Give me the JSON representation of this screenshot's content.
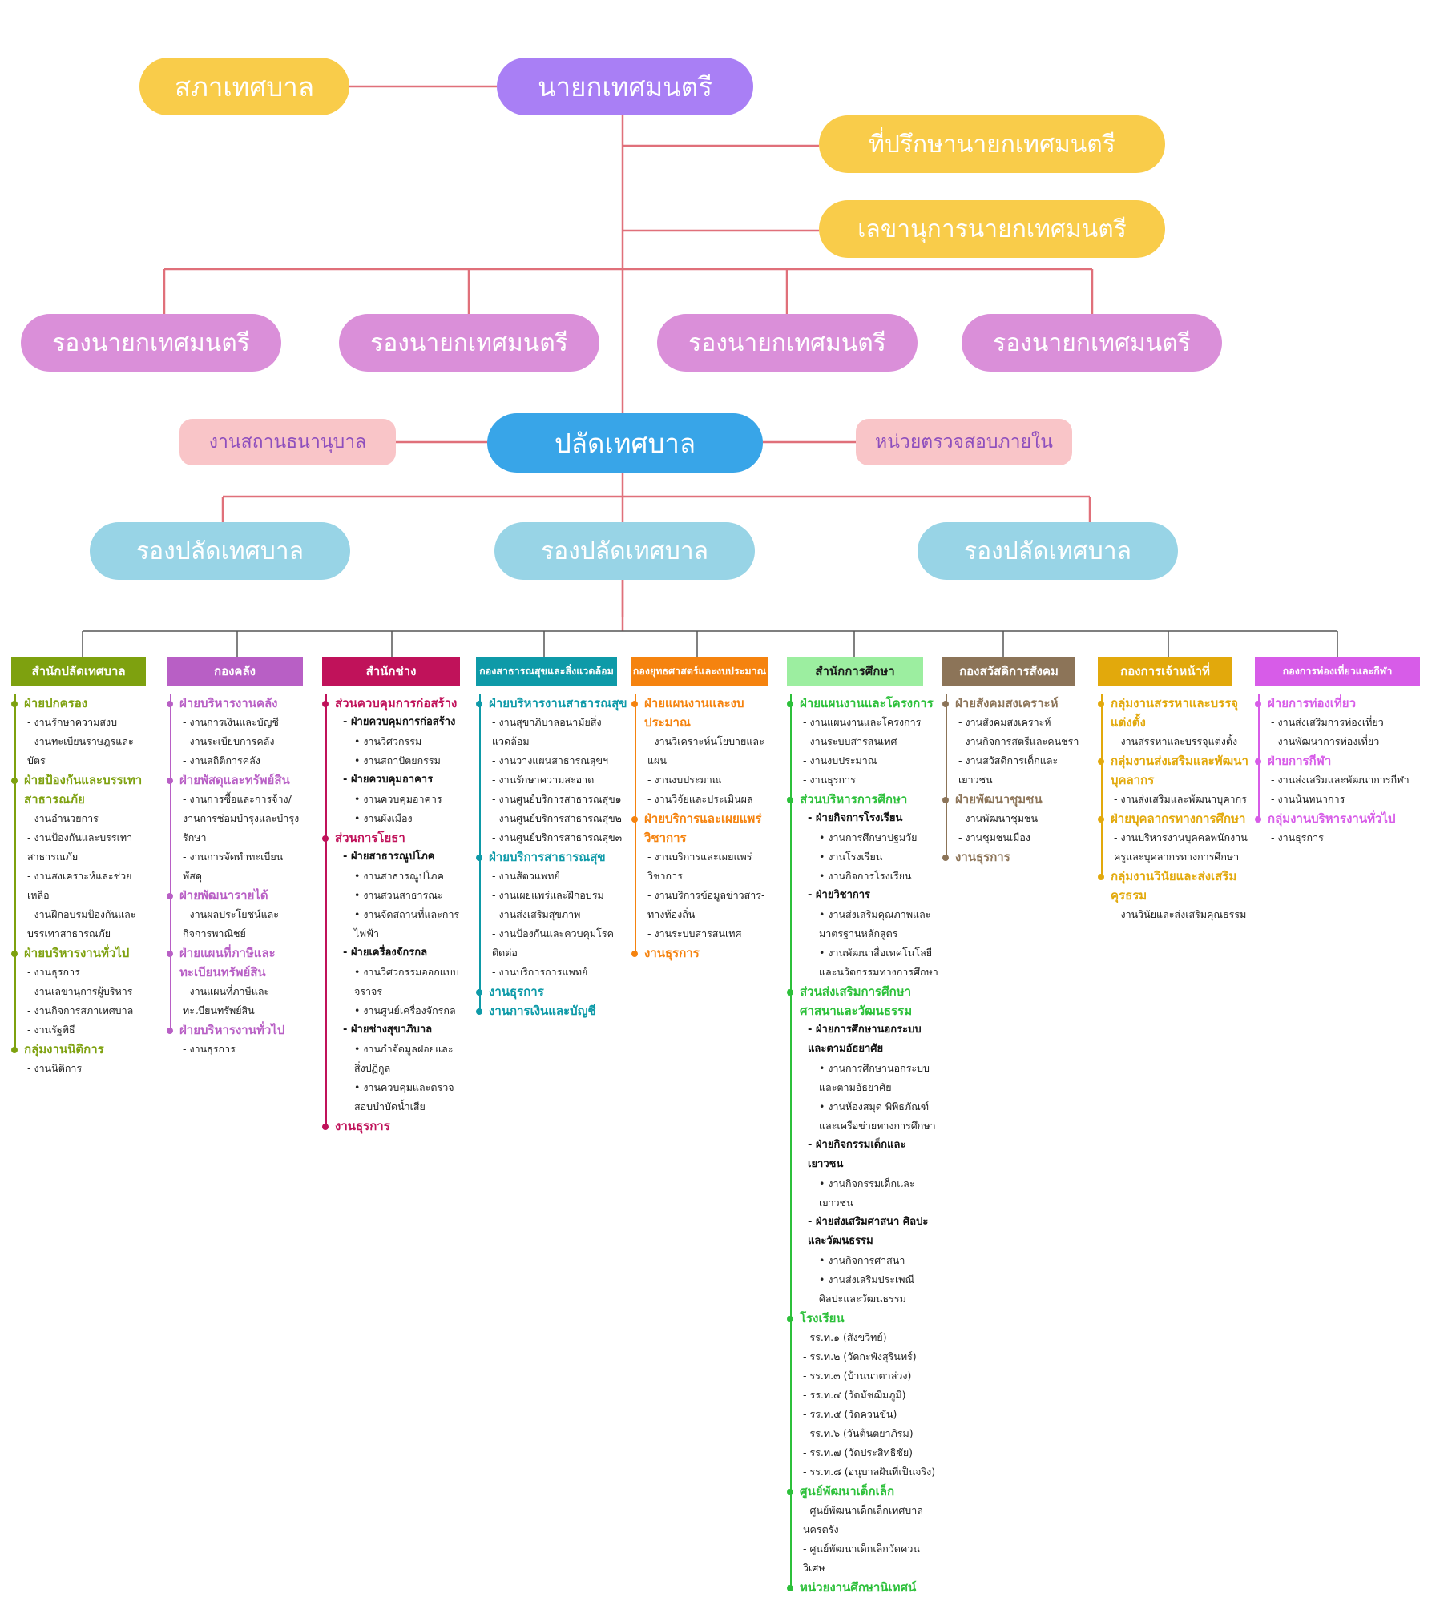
{
  "colors": {
    "line": "#e0707a",
    "mayor": "#a97ff5",
    "council": "#f9cc4a",
    "advisor": "#f9cc4a",
    "secretary": "#f9cc4a",
    "deputy_mayor": "#da8fd9",
    "clerk": "#38a5e8",
    "pink_box": "#f9c5c8",
    "deputy_clerk": "#98d4e6"
  },
  "top": {
    "mayor": "นายกเทศมนตรี",
    "council": "สภาเทศบาล",
    "advisor": "ที่ปรึกษานายกเทศมนตรี",
    "secretary": "เลขานุการนายกเทศมนตรี",
    "deputy_mayors": [
      "รองนายกเทศมนตรี",
      "รองนายกเทศมนตรี",
      "รองนายกเทศมนตรี",
      "รองนายกเทศมนตรี"
    ],
    "clerk": "ปลัดเทศบาล",
    "pawnshop": "งานสถานธนานุบาล",
    "audit": "หน่วยตรวจสอบภายใน",
    "deputy_clerks": [
      "รองปลัดเทศบาล",
      "รองปลัดเทศบาล",
      "รองปลัดเทศบาล"
    ]
  },
  "divisions": [
    {
      "title": "สำนักปลัดเทศบาล",
      "header_bg": "#7ea10f",
      "header_fg": "#ffffff",
      "accent": "#7ea10f",
      "items": [
        [
          "h",
          "ฝ่ายปกครอง"
        ],
        [
          "d",
          "- งานรักษาความสงบ"
        ],
        [
          "d",
          "- งานทะเบียนราษฎรและบัตร"
        ],
        [
          "h",
          "ฝ่ายป้องกันและบรรเทาสาธารณภัย"
        ],
        [
          "d",
          "- งานอำนวยการ"
        ],
        [
          "d",
          "- งานป้องกันและบรรเทาสาธารณภัย"
        ],
        [
          "d",
          "- งานสงเคราะห์และช่วยเหลือ"
        ],
        [
          "d",
          "- งานฝึกอบรมป้องกันและบรรเทาสาธารณภัย"
        ],
        [
          "h",
          "ฝ่ายบริหารงานทั่วไป"
        ],
        [
          "d",
          "- งานธุรการ"
        ],
        [
          "d",
          "- งานเลขานุการผู้บริหาร"
        ],
        [
          "d",
          "- งานกิจการสภาเทศบาล"
        ],
        [
          "d",
          "- งานรัฐพิธี"
        ],
        [
          "h",
          "กลุ่มงานนิติการ"
        ],
        [
          "d",
          "- งานนิติการ"
        ]
      ]
    },
    {
      "title": "กองคลัง",
      "header_bg": "#b85fc5",
      "header_fg": "#ffffff",
      "accent": "#b85fc5",
      "items": [
        [
          "h",
          "ฝ่ายบริหารงานคลัง"
        ],
        [
          "d",
          "- งานการเงินและบัญชี"
        ],
        [
          "d",
          "- งานระเบียบการคลัง"
        ],
        [
          "d",
          "- งานสถิติการคลัง"
        ],
        [
          "h",
          "ฝ่ายพัสดุและทรัพย์สิน"
        ],
        [
          "d",
          "- งานการซื้อและการจ้าง/งานการซ่อมบำรุงและบำรุงรักษา"
        ],
        [
          "d",
          "- งานการจัดทำทะเบียนพัสดุ"
        ],
        [
          "h",
          "ฝ่ายพัฒนารายได้"
        ],
        [
          "d",
          "- งานผลประโยชน์และกิจการพาณิชย์"
        ],
        [
          "h",
          "ฝ่ายแผนที่ภาษีและทะเบียนทรัพย์สิน"
        ],
        [
          "d",
          "- งานแผนที่ภาษีและทะเบียนทรัพย์สิน"
        ],
        [
          "h",
          "ฝ่ายบริหารงานทั่วไป"
        ],
        [
          "d",
          "- งานธุรการ"
        ]
      ]
    },
    {
      "title": "สำนักช่าง",
      "header_bg": "#c0125a",
      "header_fg": "#ffffff",
      "accent": "#c0125a",
      "items": [
        [
          "h",
          "ส่วนควบคุมการก่อสร้าง"
        ],
        [
          "s",
          "- ฝ่ายควบคุมการก่อสร้าง"
        ],
        [
          "b",
          "• งานวิศวกรรม"
        ],
        [
          "b",
          "• งานสถาปัตยกรรม"
        ],
        [
          "s",
          "- ฝ่ายควบคุมอาคาร"
        ],
        [
          "b",
          "• งานควบคุมอาคาร"
        ],
        [
          "b",
          "• งานผังเมือง"
        ],
        [
          "h",
          "ส่วนการโยธา"
        ],
        [
          "s",
          "- ฝ่ายสาธารณูปโภค"
        ],
        [
          "b",
          "• งานสาธารณูปโภค"
        ],
        [
          "b",
          "• งานสวนสาธารณะ"
        ],
        [
          "b",
          "• งานจัดสถานที่และการไฟฟ้า"
        ],
        [
          "s",
          "- ฝ่ายเครื่องจักรกล"
        ],
        [
          "b",
          "• งานวิศวกรรมออกแบบจราจร"
        ],
        [
          "b",
          "• งานศูนย์เครื่องจักรกล"
        ],
        [
          "s",
          "- ฝ่ายช่างสุขาภิบาล"
        ],
        [
          "b",
          "• งานกำจัดมูลฝอยและสิ่งปฏิกูล"
        ],
        [
          "b",
          "• งานควบคุมและตรวจสอบบำบัดน้ำเสีย"
        ],
        [
          "h",
          "งานธุรการ"
        ]
      ]
    },
    {
      "title": "กองสาธารณสุขและสิ่งแวดล้อม",
      "header_bg": "#0e9aa8",
      "header_fg": "#ffffff",
      "accent": "#0e9aa8",
      "items": [
        [
          "h",
          "ฝ่ายบริหารงานสาธารณสุข"
        ],
        [
          "d",
          "- งานสุขาภิบาลอนามัยสิ่งแวดล้อม"
        ],
        [
          "d",
          "- งานวางแผนสาธารณสุขฯ"
        ],
        [
          "d",
          "- งานรักษาความสะอาด"
        ],
        [
          "d",
          "- งานศูนย์บริการสาธารณสุข๑"
        ],
        [
          "d",
          "- งานศูนย์บริการสาธารณสุข๒"
        ],
        [
          "d",
          "- งานศูนย์บริการสาธารณสุข๓"
        ],
        [
          "h",
          "ฝ่ายบริการสาธารณสุข"
        ],
        [
          "d",
          "- งานสัตวแพทย์"
        ],
        [
          "d",
          "- งานเผยแพร่และฝึกอบรม"
        ],
        [
          "d",
          "- งานส่งเสริมสุขภาพ"
        ],
        [
          "d",
          "- งานป้องกันและควบคุมโรคติดต่อ"
        ],
        [
          "d",
          "- งานบริการการแพทย์"
        ],
        [
          "h",
          "งานธุรการ"
        ],
        [
          "h",
          "งานการเงินและบัญชี"
        ]
      ]
    },
    {
      "title": "กองยุทธศาสตร์และงบประมาณ",
      "header_bg": "#f5830f",
      "header_fg": "#ffffff",
      "accent": "#f5830f",
      "items": [
        [
          "h",
          "ฝ่ายแผนงานและงบประมาณ"
        ],
        [
          "d",
          "- งานวิเคราะห์นโยบายและแผน"
        ],
        [
          "d",
          "- งานงบประมาณ"
        ],
        [
          "d",
          "- งานวิจัยและประเมินผล"
        ],
        [
          "h",
          "ฝ่ายบริการและเผยแพร่วิชาการ"
        ],
        [
          "d",
          "- งานบริการและเผยแพร่วิชาการ"
        ],
        [
          "d",
          "- งานบริการข้อมูลข่าวสาร-ทางท้องถิ่น"
        ],
        [
          "d",
          "- งานระบบสารสนเทศ"
        ],
        [
          "h",
          "งานธุรการ"
        ]
      ]
    },
    {
      "title": "สำนักการศึกษา",
      "header_bg": "#9ceea0",
      "header_fg": "#1a1a1a",
      "accent": "#2cc03a",
      "items": [
        [
          "h",
          "ฝ่ายแผนงานและโครงการ"
        ],
        [
          "d",
          "- งานแผนงานและโครงการ"
        ],
        [
          "d",
          "- งานระบบสารสนเทศ"
        ],
        [
          "d",
          "- งานงบประมาณ"
        ],
        [
          "d",
          "- งานธุรการ"
        ],
        [
          "h",
          "ส่วนบริหารการศึกษา"
        ],
        [
          "s",
          "- ฝ่ายกิจการโรงเรียน"
        ],
        [
          "b",
          "• งานการศึกษาปฐมวัย"
        ],
        [
          "b",
          "• งานโรงเรียน"
        ],
        [
          "b",
          "• งานกิจการโรงเรียน"
        ],
        [
          "s",
          "- ฝ่ายวิชาการ"
        ],
        [
          "b",
          "• งานส่งเสริมคุณภาพและมาตรฐานหลักสูตร"
        ],
        [
          "b",
          "• งานพัฒนาสื่อเทคโนโลยีและนวัตกรรมทางการศึกษา"
        ],
        [
          "h",
          "ส่วนส่งเสริมการศึกษาศาสนาและวัฒนธรรม"
        ],
        [
          "s",
          "- ฝ่ายการศึกษานอกระบบและตามอัธยาศัย"
        ],
        [
          "b",
          "• งานการศึกษานอกระบบและตามอัธยาศัย"
        ],
        [
          "b",
          "• งานห้องสมุด พิพิธภัณฑ์และเครือข่ายทางการศึกษา"
        ],
        [
          "s",
          "- ฝ่ายกิจกรรมเด็กและเยาวชน"
        ],
        [
          "b",
          "• งานกิจกรรมเด็กและเยาวชน"
        ],
        [
          "s",
          "- ฝ่ายส่งเสริมศาสนา ศิลปะและวัฒนธรรม"
        ],
        [
          "b",
          "• งานกิจการศาสนา"
        ],
        [
          "b",
          "• งานส่งเสริมประเพณี ศิลปะและวัฒนธรรม"
        ],
        [
          "h",
          "โรงเรียน"
        ],
        [
          "d",
          "- รร.ท.๑ (สังขวิทย์)"
        ],
        [
          "d",
          "- รร.ท.๒ (วัดกะพังสุรินทร์)"
        ],
        [
          "d",
          "- รร.ท.๓ (บ้านนาตาล่วง)"
        ],
        [
          "d",
          "- รร.ท.๔ (วัดมัชฌิมภูมิ)"
        ],
        [
          "d",
          "- รร.ท.๕ (วัดควนขัน)"
        ],
        [
          "d",
          "- รร.ท.๖ (วันต้นตยาภิรม)"
        ],
        [
          "d",
          "- รร.ท.๗ (วัดประสิทธิชัย)"
        ],
        [
          "d",
          "- รร.ท.๘ (อนุบาลฝันที่เป็นจริง)"
        ],
        [
          "h",
          "ศูนย์พัฒนาเด็กเล็ก"
        ],
        [
          "d",
          "- ศูนย์พัฒนาเด็กเล็กเทศบาลนครตรัง"
        ],
        [
          "d",
          "- ศูนย์พัฒนาเด็กเล็กวัดควนวิเศษ"
        ],
        [
          "h",
          "หน่วยงานศึกษานิเทศน์"
        ]
      ]
    },
    {
      "title": "กองสวัสดิการสังคม",
      "header_bg": "#8c7458",
      "header_fg": "#ffffff",
      "accent": "#8c7458",
      "items": [
        [
          "h",
          "ฝ่ายสังคมสงเคราะห์"
        ],
        [
          "d",
          "- งานสังคมสงเคราะห์"
        ],
        [
          "d",
          "- งานกิจการสตรีและคนชรา"
        ],
        [
          "d",
          "- งานสวัสดิการเด็กและเยาวชน"
        ],
        [
          "h",
          "ฝ่ายพัฒนาชุมชน"
        ],
        [
          "d",
          "- งานพัฒนาชุมชน"
        ],
        [
          "d",
          "- งานชุมชนเมือง"
        ],
        [
          "h",
          "งานธุรการ"
        ]
      ]
    },
    {
      "title": "กองการเจ้าหน้าที่",
      "header_bg": "#e2a90c",
      "header_fg": "#ffffff",
      "accent": "#e2a90c",
      "items": [
        [
          "h",
          "กลุ่มงานสรรหาและบรรจุแต่งตั้ง"
        ],
        [
          "d",
          "- งานสรรหาและบรรจุแต่งตั้ง"
        ],
        [
          "h",
          "กลุ่มงานส่งเสริมและพัฒนาบุคลากร"
        ],
        [
          "d",
          "- งานส่งเสริมและพัฒนาบุคากร"
        ],
        [
          "h",
          "ฝ่ายบุคลากรทางการศึกษา"
        ],
        [
          "d",
          "- งานบริหารงานบุคคลพนักงานครูและบุคลากรทางการศึกษา"
        ],
        [
          "h",
          "กลุ่มงานวินัยและส่งเสริมคุรธรม"
        ],
        [
          "d",
          "- งานวินัยและส่งเสริมคุณธรรม"
        ]
      ]
    },
    {
      "title": "กองการท่องเที่ยวและกีฬา",
      "header_bg": "#d75ce8",
      "header_fg": "#ffffff",
      "accent": "#d75ce8",
      "items": [
        [
          "h",
          "ฝ่ายการท่องเที่ยว"
        ],
        [
          "d",
          "- งานส่งเสริมการท่องเที่ยว"
        ],
        [
          "d",
          "- งานพัฒนาการท่องเที่ยว"
        ],
        [
          "h",
          "ฝ่ายการกีฬา"
        ],
        [
          "d",
          "- งานส่งเสริมและพัฒนาการกีฬา"
        ],
        [
          "d",
          "- งานนันทนาการ"
        ],
        [
          "h",
          "กลุ่มงานบริหารงานทั่วไป"
        ],
        [
          "d",
          "- งานธุรการ"
        ]
      ]
    }
  ]
}
